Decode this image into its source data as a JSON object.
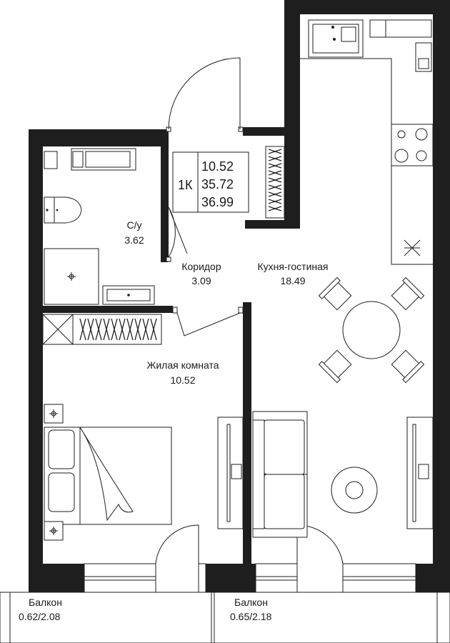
{
  "summary": {
    "type": "1К",
    "living_area": "10.52",
    "total_area": "35.72",
    "total_area_with_balcony": "36.99"
  },
  "rooms": {
    "bathroom": {
      "name": "С/у",
      "area": "3.62"
    },
    "corridor": {
      "name": "Коридор",
      "area": "3.09"
    },
    "kitchen_living": {
      "name": "Кухня-гостиная",
      "area": "18.49"
    },
    "living_room": {
      "name": "Жилая комната",
      "area": "10.52"
    },
    "balcony_left": {
      "name": "Балкон",
      "area": "0.62/2.08"
    },
    "balcony_right": {
      "name": "Балкон",
      "area": "0.65/2.18"
    }
  }
}
